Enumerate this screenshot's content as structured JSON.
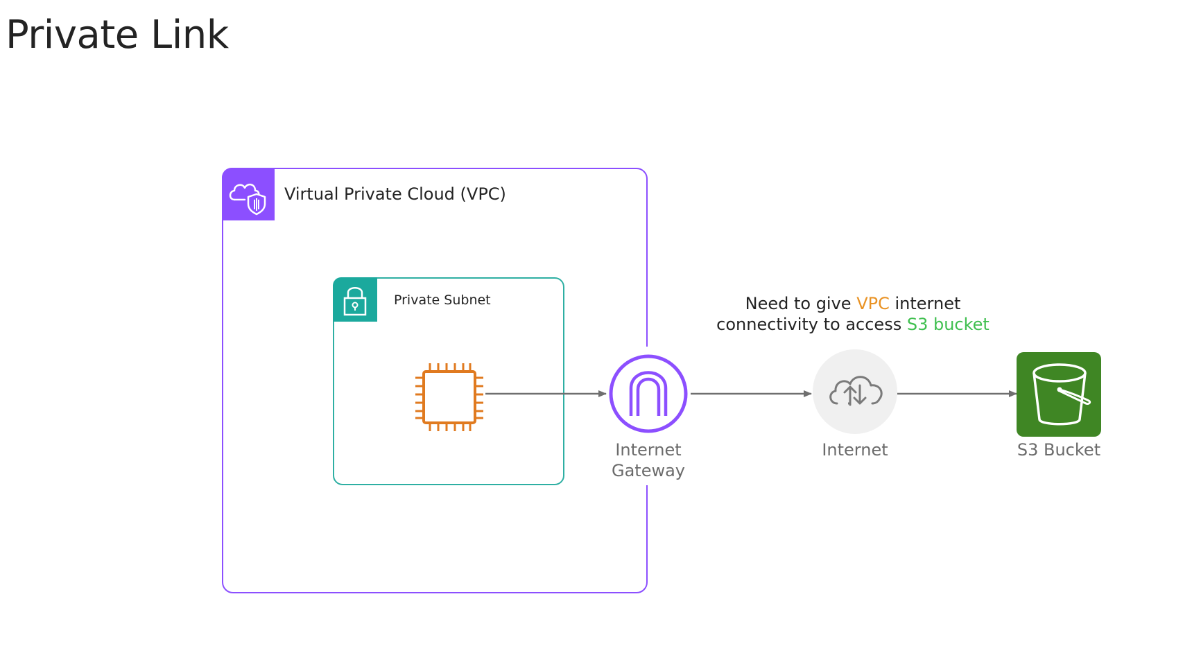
{
  "page": {
    "title": "Private Link"
  },
  "vpc": {
    "label": "Virtual Private Cloud (VPC)",
    "icon": "vpc-cloud-shield-icon",
    "color": "#8c4fff"
  },
  "subnet": {
    "label": "Private Subnet",
    "icon": "padlock-icon",
    "color": "#1ba99d"
  },
  "instance": {
    "icon": "ec2-instance-chip-icon",
    "color": "#e07a1f"
  },
  "gateway": {
    "line1": "Internet",
    "line2": "Gateway",
    "icon": "internet-gateway-icon",
    "color": "#8c4fff"
  },
  "internet": {
    "label": "Internet",
    "icon": "cloud-upload-download-icon"
  },
  "s3": {
    "label": "S3 Bucket",
    "icon": "s3-bucket-icon",
    "color": "#3f8624"
  },
  "note": {
    "part1": "Need to give ",
    "vpc_word": "VPC",
    "part2": " internet connectivity to access ",
    "s3_word": "S3 bucket"
  }
}
